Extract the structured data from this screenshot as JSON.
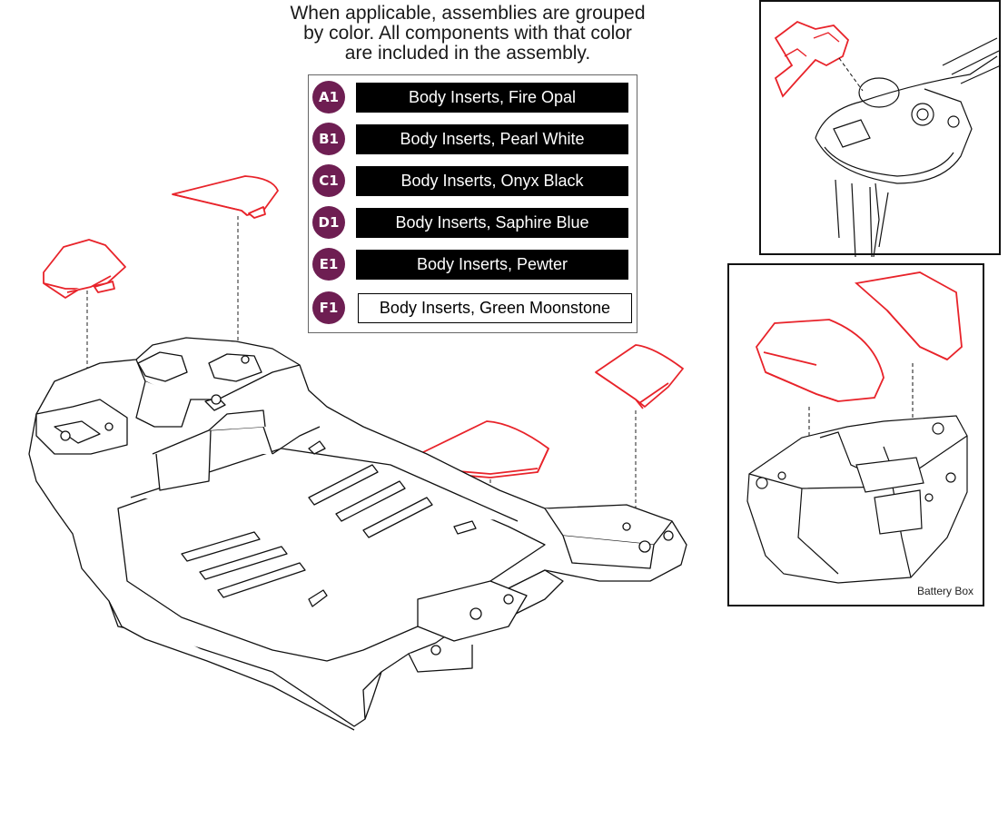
{
  "note": {
    "line1": "When applicable, assemblies are grouped",
    "line2": "by color. All components with that color",
    "line3": "are included in the assembly."
  },
  "legend": [
    {
      "code": "A1",
      "label": "Body Inserts, Fire Opal"
    },
    {
      "code": "B1",
      "label": "Body Inserts, Pearl White"
    },
    {
      "code": "C1",
      "label": "Body Inserts, Onyx Black"
    },
    {
      "code": "D1",
      "label": "Body Inserts, Saphire Blue"
    },
    {
      "code": "E1",
      "label": "Body Inserts, Pewter"
    },
    {
      "code": "F1",
      "label": "Body Inserts, Green Moonstone"
    }
  ],
  "inset_battery": {
    "caption": "Battery Box"
  },
  "colors": {
    "highlight": "#e8232a",
    "badge": "#6e1e52",
    "line": "#111111"
  }
}
